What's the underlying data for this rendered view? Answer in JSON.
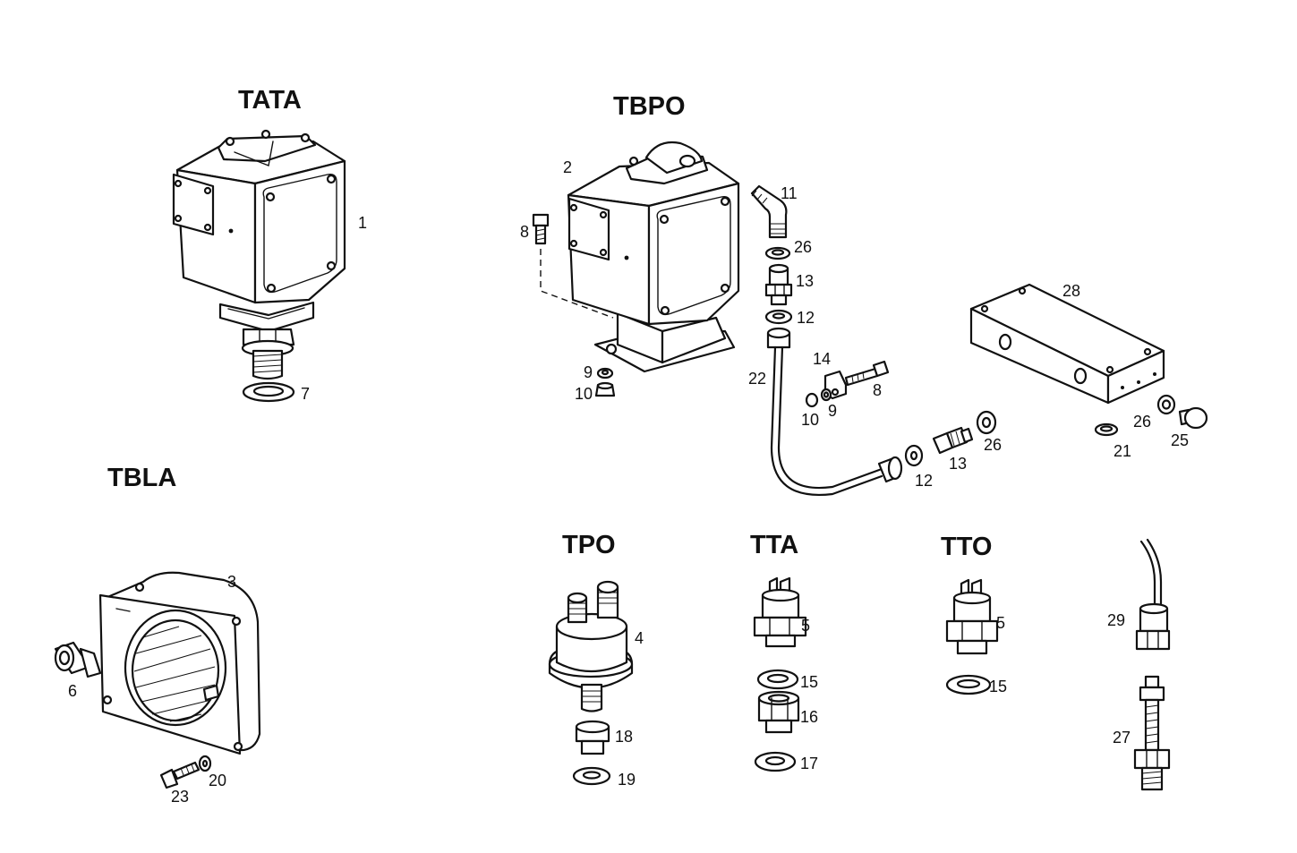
{
  "titles": {
    "tata": "TATA",
    "tbpo": "TBPO",
    "tbla": "TBLA",
    "tpo": "TPO",
    "tta": "TTA",
    "tto": "TTO"
  },
  "callouts": {
    "c1": "1",
    "c7": "7",
    "c2": "2",
    "c8a": "8",
    "c9a": "9",
    "c10a": "10",
    "c11": "11",
    "c26a": "26",
    "c13a": "13",
    "c12a": "12",
    "c22": "22",
    "c14": "14",
    "c8b": "8",
    "c10b": "10",
    "c9b": "9",
    "c26b": "26",
    "c13b": "13",
    "c12b": "12",
    "c28": "28",
    "c26c": "26",
    "c25": "25",
    "c21": "21",
    "c3": "3",
    "c6": "6",
    "c23": "23",
    "c20": "20",
    "c4": "4",
    "c18": "18",
    "c19": "19",
    "c5a": "5",
    "c15a": "15",
    "c16": "16",
    "c17": "17",
    "c5b": "5",
    "c15b": "15",
    "c29": "29",
    "c27": "27"
  }
}
